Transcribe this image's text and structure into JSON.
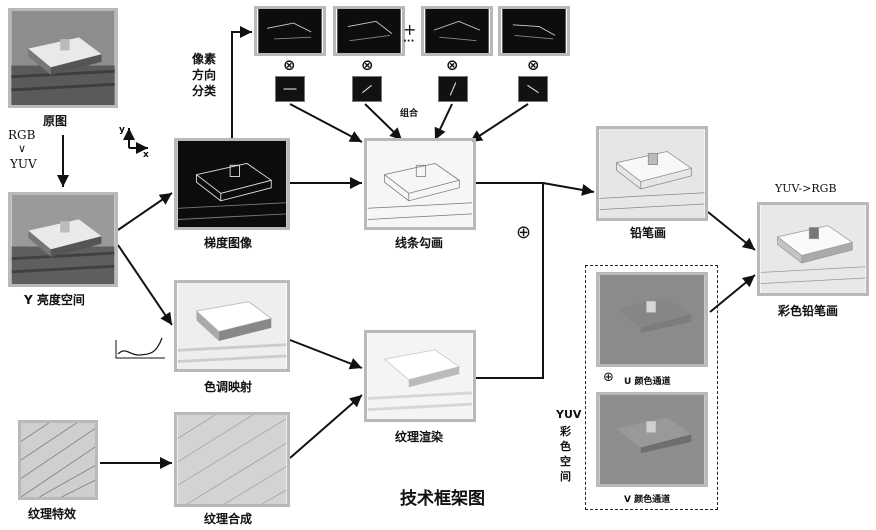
{
  "title": "技术框架图",
  "nodes": {
    "original": "原图",
    "luminance": "Y 亮度空间",
    "gradient": "梯度图像",
    "tone_mapping": "色调映射",
    "texture_effect": "纹理特效",
    "texture_synthesis": "纹理合成",
    "line_drawing": "线条勾画",
    "texture_rendering": "纹理渲染",
    "pencil_drawing": "铅笔画",
    "color_pencil": "彩色铅笔画",
    "u_channel": "U 颜色通道",
    "v_channel": "V 颜色通道"
  },
  "annotations": {
    "rgb": "RGB",
    "arrow_down": "∨",
    "yuv": "YUV",
    "pixel_direction": [
      "像素",
      "方向",
      "分类"
    ],
    "combine": "组合",
    "plus": "+",
    "ellipsis": "···",
    "yuv_to_rgb": "YUV->RGB",
    "yuv_color_space": [
      "YUV",
      "彩",
      "色",
      "空",
      "间"
    ],
    "axis_y": "y",
    "axis_x": "x"
  },
  "operators": {
    "convolve": "⊗",
    "direct_sum": "⊕"
  },
  "colors": {
    "frame_border": "#b9b9b9",
    "arrow": "#111111",
    "channel_gray": "#8a8a8a"
  }
}
